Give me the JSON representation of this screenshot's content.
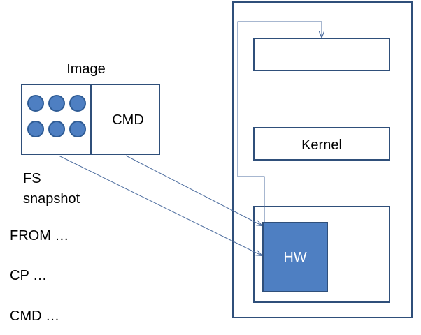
{
  "image": {
    "title": "Image",
    "cmd_label": "CMD"
  },
  "fs_snapshot": {
    "line1": "FS",
    "line2": "snapshot"
  },
  "dockerfile": {
    "line1": "FROM …",
    "line2": "CP …",
    "line3": "CMD …"
  },
  "host": {
    "kernel_label": "Kernel",
    "hw_label": "HW"
  },
  "colors": {
    "box_border": "#2f4f7a",
    "arrow": "#4f6fa0",
    "hw_fill": "#4e7fc2",
    "dot_fill": "#4e7fc2",
    "dot_border": "#2f5c95"
  },
  "icons": {
    "fs_layers": "circle-dots"
  }
}
